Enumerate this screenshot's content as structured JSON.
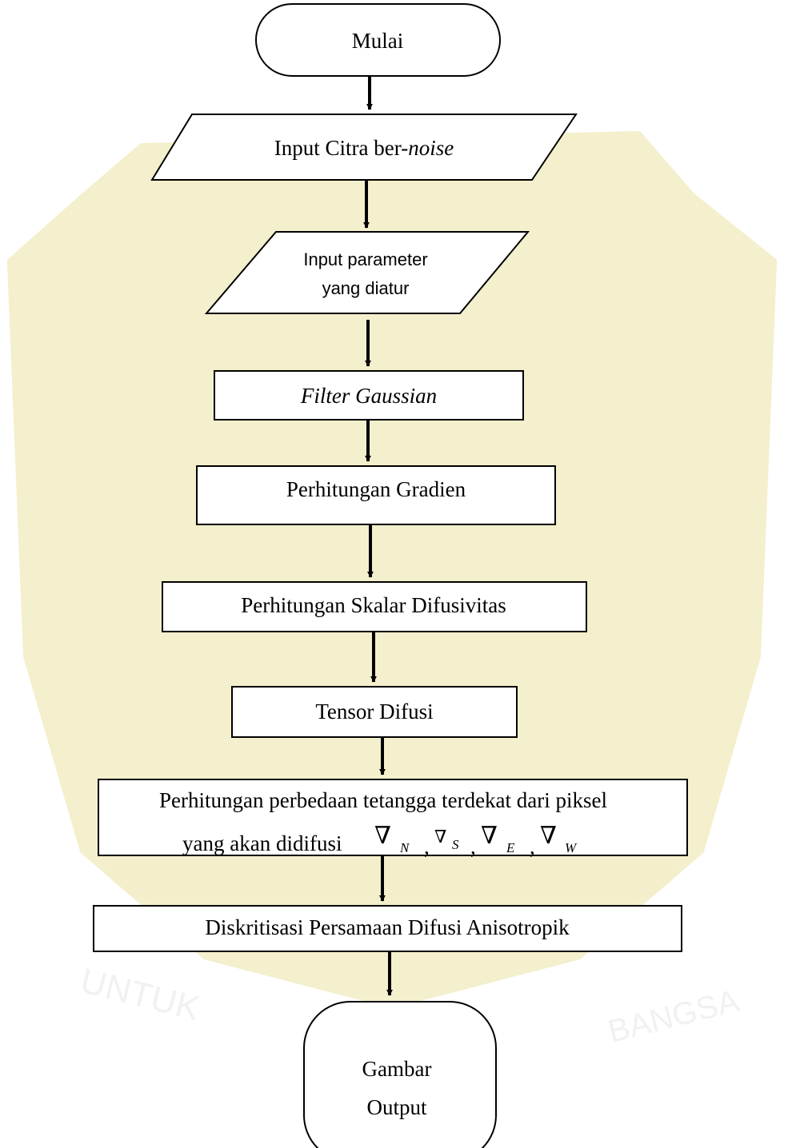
{
  "watermark": {
    "emblem_color": "#d8c94a",
    "text_left": "UNTUK",
    "text_right": "BANGSA"
  },
  "flowchart": {
    "start": "Mulai",
    "input_image": {
      "prefix": "Input  Citra ber-",
      "italic": "noise"
    },
    "input_params": {
      "line1": "Input parameter",
      "line2": "yang diatur"
    },
    "filter": "Filter Gaussian",
    "gradient": "Perhitungan Gradien",
    "scalar": "Perhitungan Skalar Difusivitas",
    "tensor": "Tensor Difusi",
    "neighbor": {
      "line1": "Perhitungan  perbedaan tetangga terdekat dari piksel",
      "line2": "yang akan didifusi",
      "nabla": "∇",
      "comma": ",",
      "subs": [
        "N",
        "S",
        "E",
        "W"
      ]
    },
    "discretization": "Diskritisasi Persamaan Difusi Anisotropik",
    "end": {
      "line1": "Gambar",
      "line2": "Output"
    }
  }
}
